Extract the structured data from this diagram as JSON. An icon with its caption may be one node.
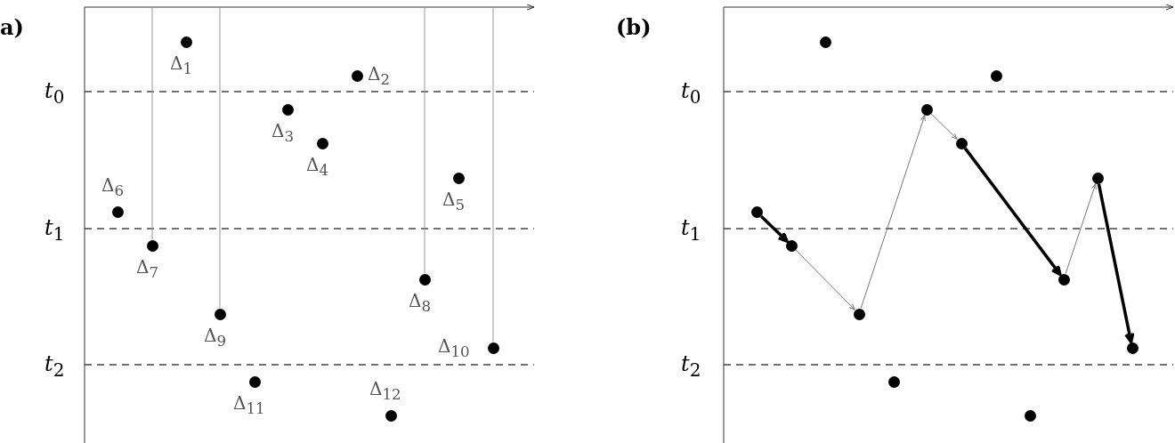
{
  "diagram": {
    "nodes": [
      {
        "text": [],
        "shape": "circle",
        "beside": [
          "Δ$_{1}$"
        ]
      },
      {
        "text": [],
        "shape": "circle",
        "beside": [
          "Δ$_{2}$"
        ]
      },
      {
        "text": [],
        "shape": "circle",
        "beside": [
          "Δ$_{3}$"
        ]
      },
      {
        "text": [],
        "shape": "circle",
        "beside": [
          "Δ$_{4}$"
        ]
      },
      {
        "text": [],
        "shape": "circle",
        "beside": [
          "Δ$_{5}$"
        ]
      },
      {
        "text": [],
        "shape": "circle",
        "beside": [
          "Δ$_{6}$"
        ]
      },
      {
        "text": [],
        "shape": "circle",
        "beside": [
          "Δ$_{7}$"
        ]
      },
      {
        "text": [],
        "shape": "circle",
        "beside": [
          "Δ$_{8}$"
        ]
      },
      {
        "text": [],
        "shape": "circle",
        "beside": [
          "Δ$_{9}$"
        ]
      },
      {
        "text": [],
        "shape": "circle",
        "beside": [
          "Δ$_{10}$"
        ]
      },
      {
        "text": [],
        "shape": "circle",
        "beside": [
          "Δ$_{11}$"
        ]
      },
      {
        "text": [],
        "shape": "circle",
        "beside": [
          "Δ$_{12}$"
        ]
      },
      {
        "text": [],
        "shape": "circle"
      },
      {
        "text": [],
        "shape": "circle"
      },
      {
        "text": [],
        "shape": "circle"
      },
      {
        "text": [],
        "shape": "circle"
      },
      {
        "text": [],
        "shape": "circle"
      },
      {
        "text": [],
        "shape": "circle"
      },
      {
        "text": [],
        "shape": "circle"
      },
      {
        "text": [],
        "shape": "circle"
      },
      {
        "text": [],
        "shape": "circle"
      },
      {
        "text": [],
        "shape": "circle"
      },
      {
        "text": [],
        "shape": "circle"
      },
      {
        "text": [],
        "shape": "circle"
      }
    ],
    "edges": [
      {
        "from": null,
        "to": 6,
        "arrow": "none",
        "color": "#999999"
      },
      {
        "from": null,
        "to": 8,
        "arrow": "none",
        "color": "#999999"
      },
      {
        "from": null,
        "to": 7,
        "arrow": "none",
        "color": "#999999"
      },
      {
        "from": null,
        "to": 9,
        "arrow": "none",
        "color": "#999999"
      },
      {
        "from": 17,
        "to": 18,
        "arrow": "to",
        "style": "thick",
        "color": "#000000"
      },
      {
        "from": 18,
        "to": 20,
        "arrow": "to",
        "color": "#777777"
      },
      {
        "from": 20,
        "to": 14,
        "arrow": "to",
        "color": "#777777"
      },
      {
        "from": 14,
        "to": 15,
        "arrow": "to",
        "color": "#777777"
      },
      {
        "from": 15,
        "to": 19,
        "arrow": "to",
        "style": "thick",
        "color": "#000000"
      },
      {
        "from": 19,
        "to": 16,
        "arrow": "to",
        "color": "#777777"
      },
      {
        "from": 16,
        "to": 21,
        "arrow": "to",
        "style": "thick",
        "color": "#000000"
      }
    ],
    "labels": [
      "a)",
      "*t*$_{0}$",
      "*t*$_{1}$",
      "*t*$_{2}$",
      "(b)",
      "*t*$_{0}$",
      "*t*$_{1}$",
      "*t*$_{2}$"
    ]
  }
}
